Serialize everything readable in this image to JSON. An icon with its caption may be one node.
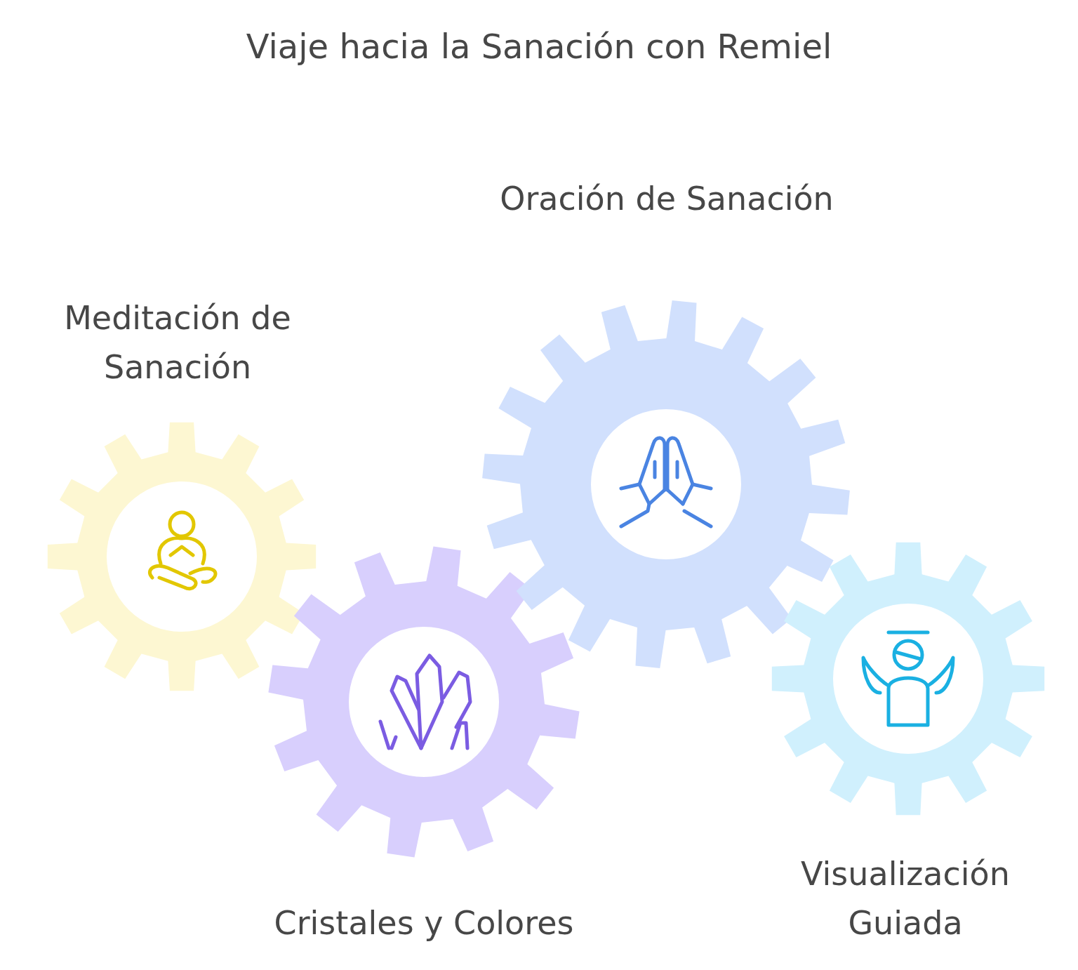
{
  "diagram": {
    "title": "Viaje hacia la Sanación con Remiel",
    "nodes": [
      {
        "text": [
          "Meditación de Sanación"
        ]
      },
      {
        "text": [
          "Cristales y Colores"
        ]
      },
      {
        "text": [
          "Oración de Sanación"
        ]
      },
      {
        "text": [
          "Visualización Guiada"
        ]
      }
    ]
  }
}
